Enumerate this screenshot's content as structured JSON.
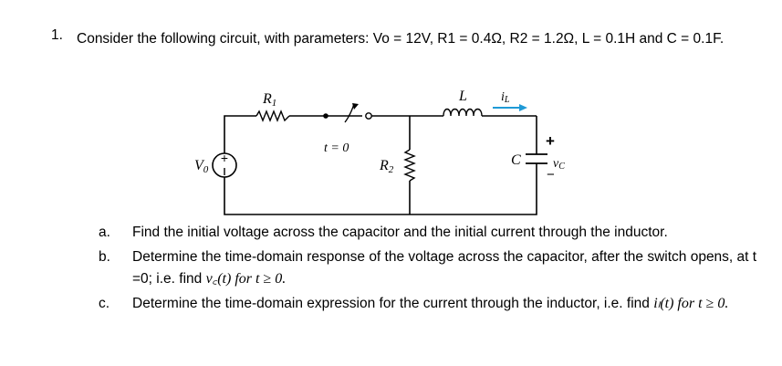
{
  "problem": {
    "number": "1.",
    "statement": "Consider the following circuit, with parameters: Vo = 12V, R1 = 0.4Ω, R2 = 1.2Ω, L = 0.1H and C = 0.1F."
  },
  "circuit": {
    "labels": {
      "source": "V",
      "source_sub": "0",
      "source_sign": "+",
      "r1": "R",
      "r1_sub": "1",
      "switch": "t = 0",
      "r2": "R",
      "r2_sub": "2",
      "inductor": "L",
      "current": "i",
      "current_sub": "L",
      "capacitor": "C",
      "cap_plus": "+",
      "cap_minus": "−",
      "cap_voltage": "v",
      "cap_voltage_sub": "C"
    },
    "colors": {
      "current_arrow": "#1f9ad6",
      "wire": "#000000"
    }
  },
  "parts": [
    {
      "letter": "a.",
      "text": "Find the initial voltage across the capacitor and the initial current through the inductor."
    },
    {
      "letter": "b.",
      "text": "Determine the time-domain response of the voltage across the capacitor, after the switch opens, at t =0; i.e. find ",
      "math": "v꜀(t) for t ≥ 0."
    },
    {
      "letter": "c.",
      "text": "Determine the time-domain expression for the current through the inductor, i.e. find ",
      "math": "iₗ(t) for t ≥ 0."
    }
  ]
}
